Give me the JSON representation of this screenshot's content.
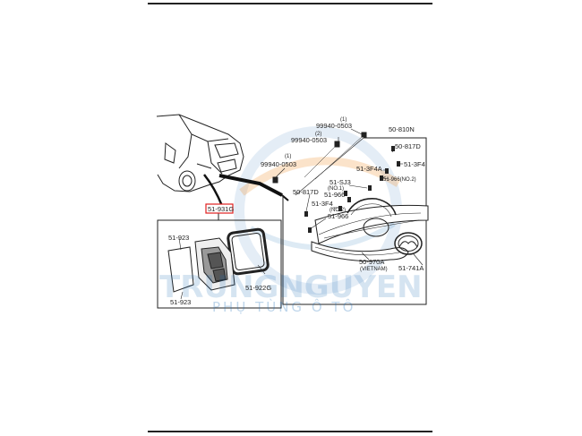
{
  "watermark": {
    "brand": "TRUNGNGUYEN",
    "tagline": "PHỤ TÙNG Ô TÔ"
  },
  "left_box": {
    "highlight_label": "51-931G",
    "labels": [
      "51-923",
      "51-923",
      "51-922G"
    ]
  },
  "right_box": {
    "labels": {
      "l_50810N": "50-810N",
      "l_50817D_top": "50-817D",
      "l_513F4": "51-3F4",
      "l_513F4A": "51-3F4A",
      "l_51966_no2": "51-966(NO.2)",
      "l_51SJ3": "51-SJ3",
      "l_50817D_left": "50-817D",
      "l_no1": "(NO.1)",
      "l_51966_a": "51-966",
      "l_513F4_b": "51-3F4",
      "l_no2": "(NO.2)",
      "l_51966_b": "51-966",
      "l_50970A": "50-970A",
      "l_vietnam": "(VIETNAM)",
      "l_51741A": "51-741A"
    }
  },
  "bolts": {
    "b1_num": "(1)",
    "b1_code": "99940-0503",
    "b2_num": "(2)",
    "b2_code": "99940-0503",
    "b3_num": "(1)",
    "b3_code": "99940-0503"
  },
  "colors": {
    "line": "#222222",
    "highlight": "#e02020",
    "watermark": "#1e6fb8",
    "watermark_accent": "#f0902a"
  }
}
